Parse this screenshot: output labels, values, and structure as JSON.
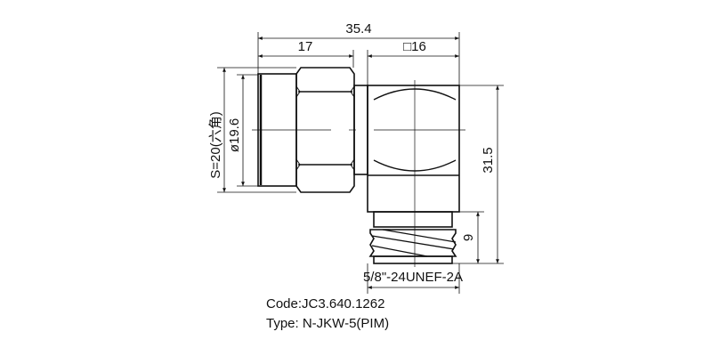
{
  "drawing": {
    "dimensions": {
      "overall_length": "35.4",
      "front_length": "17",
      "body_square": "□16",
      "height": "31.5",
      "thread_length": "9",
      "hex_size": "S=20(六角)",
      "diameter": "ø19.6",
      "thread_spec": "5/8\"-24UNEF-2A"
    },
    "line_color": "#111111"
  },
  "info": {
    "code": "Code:JC3.640.1262",
    "type": "Type: N-JKW-5(PIM)"
  }
}
